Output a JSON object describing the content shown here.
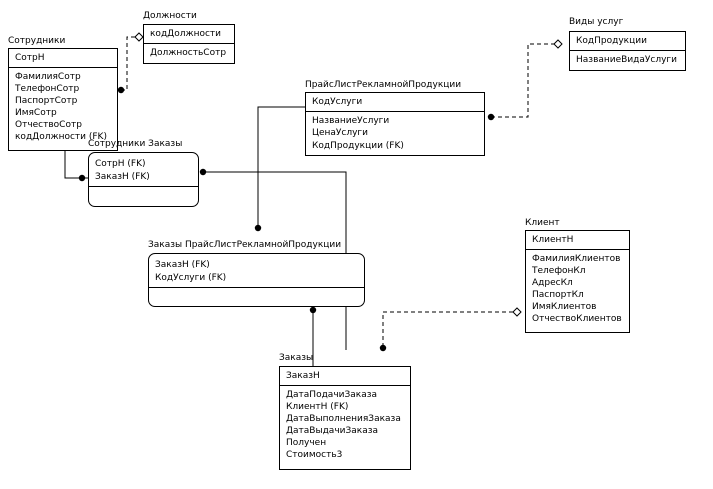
{
  "entities": {
    "sotrudniki": {
      "title": "Сотрудники",
      "keys": [
        "СотрН"
      ],
      "attrs": [
        "ФамилияСотр",
        "ТелефонСотр",
        "ПаспортСотр",
        "ИмяСотр",
        "ОтчествоСотр",
        "кодДолжности (FK)"
      ]
    },
    "dolzhnosti": {
      "title": "Должности",
      "keys": [
        "кодДолжности"
      ],
      "attrs": [
        "ДолжностьСотр"
      ]
    },
    "vidy_uslug": {
      "title": "Виды услуг",
      "keys": [
        "КодПродукции"
      ],
      "attrs": [
        "НазваниеВидаУслуги"
      ]
    },
    "praislist": {
      "title": "ПрайсЛистРекламнойПродукции",
      "keys": [
        "КодУслуги"
      ],
      "attrs": [
        "НазваниеУслуги",
        "ЦенаУслуги",
        "КодПродукции (FK)"
      ]
    },
    "sotr_zakazy": {
      "title": "Сотрудники Заказы",
      "keys": [
        "СотрН (FK)",
        "ЗаказН (FK)"
      ],
      "attrs": []
    },
    "zakazy_praislist": {
      "title": "Заказы ПрайсЛистРекламнойПродукции",
      "keys": [
        "ЗаказН (FK)",
        "КодУслуги (FK)"
      ],
      "attrs": []
    },
    "klient": {
      "title": "Клиент",
      "keys": [
        "КлиентН"
      ],
      "attrs": [
        "ФамилияКлиентов",
        "ТелефонКл",
        "АдресКл",
        "ПаспортКл",
        "ИмяКлиентов",
        "ОтчествоКлиентов"
      ]
    },
    "zakazy": {
      "title": "Заказы",
      "keys": [
        "ЗаказН"
      ],
      "attrs": [
        "ДатаПодачиЗаказа",
        "КлиентН (FK)",
        "ДатаВыполненияЗаказа",
        "ДатаВыдачиЗаказа",
        "Получен",
        "Стоимость3"
      ]
    }
  },
  "relationships": [
    {
      "parent": "dolzhnosti",
      "child": "sotrudniki",
      "identifying": false
    },
    {
      "parent": "vidy_uslug",
      "child": "praislist",
      "identifying": false
    },
    {
      "parent": "sotrudniki",
      "child": "sotr_zakazy",
      "identifying": true
    },
    {
      "parent": "zakazy",
      "child": "sotr_zakazy",
      "identifying": true
    },
    {
      "parent": "praislist",
      "child": "zakazy_praislist",
      "identifying": true
    },
    {
      "parent": "zakazy",
      "child": "zakazy_praislist",
      "identifying": true
    },
    {
      "parent": "klient",
      "child": "zakazy",
      "identifying": false
    }
  ]
}
